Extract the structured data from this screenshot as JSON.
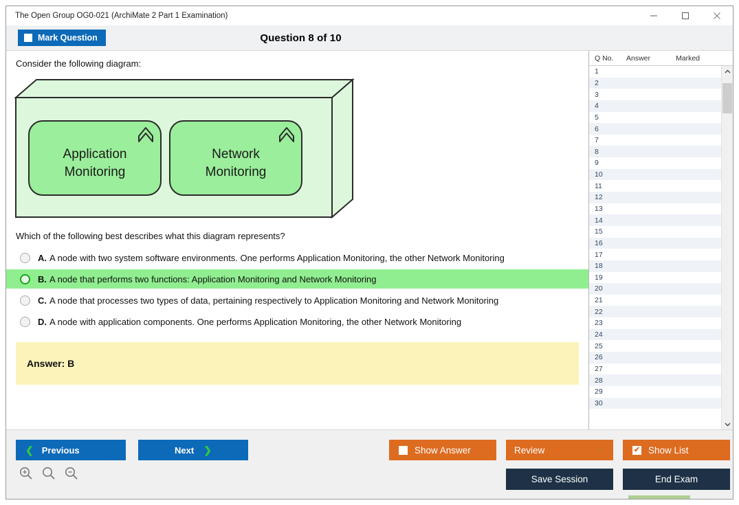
{
  "window": {
    "title": "The Open Group OG0-021 (ArchiMate 2 Part 1 Examination)",
    "minimize_label": "minimize-icon",
    "maximize_label": "maximize-icon",
    "close_label": "close-icon"
  },
  "header": {
    "mark_question_label": "Mark Question",
    "question_counter": "Question 8 of 10",
    "accent_blue": "#0d6ab8"
  },
  "question": {
    "intro": "Consider the following diagram:",
    "prompt": "Which of the following best describes what this diagram represents?",
    "options": [
      {
        "letter": "A.",
        "text": "A node with two system software environments. One performs Application Monitoring, the other Network Monitoring",
        "selected": false
      },
      {
        "letter": "B.",
        "text": "A node that performs two functions: Application Monitoring and Network Monitoring",
        "selected": true
      },
      {
        "letter": "C.",
        "text": "A node that processes two types of data, pertaining respectively to Application Monitoring and Network Monitoring",
        "selected": false
      },
      {
        "letter": "D.",
        "text": "A node with application components. One performs Application Monitoring, the other Network Monitoring",
        "selected": false
      }
    ],
    "answer_text": "Answer: B",
    "answer_bg": "#fcf3ba",
    "selected_bg": "#90ee90"
  },
  "diagram": {
    "type": "archimate-node-with-functions",
    "node_fill": "#ddf7dd",
    "element_fill": "#9bee9b",
    "stroke": "#2b2b2b",
    "elements": [
      {
        "line1": "Application",
        "line2": "Monitoring",
        "icon": "function-chevron-icon"
      },
      {
        "line1": "Network",
        "line2": "Monitoring",
        "icon": "function-chevron-icon"
      }
    ]
  },
  "question_list": {
    "columns": [
      "Q No.",
      "Answer",
      "Marked"
    ],
    "rows": [
      {
        "no": "1",
        "answer": "",
        "marked": ""
      },
      {
        "no": "2",
        "answer": "",
        "marked": ""
      },
      {
        "no": "3",
        "answer": "",
        "marked": ""
      },
      {
        "no": "4",
        "answer": "",
        "marked": ""
      },
      {
        "no": "5",
        "answer": "",
        "marked": ""
      },
      {
        "no": "6",
        "answer": "",
        "marked": ""
      },
      {
        "no": "7",
        "answer": "",
        "marked": ""
      },
      {
        "no": "8",
        "answer": "",
        "marked": ""
      },
      {
        "no": "9",
        "answer": "",
        "marked": ""
      },
      {
        "no": "10",
        "answer": "",
        "marked": ""
      },
      {
        "no": "11",
        "answer": "",
        "marked": ""
      },
      {
        "no": "12",
        "answer": "",
        "marked": ""
      },
      {
        "no": "13",
        "answer": "",
        "marked": ""
      },
      {
        "no": "14",
        "answer": "",
        "marked": ""
      },
      {
        "no": "15",
        "answer": "",
        "marked": ""
      },
      {
        "no": "16",
        "answer": "",
        "marked": ""
      },
      {
        "no": "17",
        "answer": "",
        "marked": ""
      },
      {
        "no": "18",
        "answer": "",
        "marked": ""
      },
      {
        "no": "19",
        "answer": "",
        "marked": ""
      },
      {
        "no": "20",
        "answer": "",
        "marked": ""
      },
      {
        "no": "21",
        "answer": "",
        "marked": ""
      },
      {
        "no": "22",
        "answer": "",
        "marked": ""
      },
      {
        "no": "23",
        "answer": "",
        "marked": ""
      },
      {
        "no": "24",
        "answer": "",
        "marked": ""
      },
      {
        "no": "25",
        "answer": "",
        "marked": ""
      },
      {
        "no": "26",
        "answer": "",
        "marked": ""
      },
      {
        "no": "27",
        "answer": "",
        "marked": ""
      },
      {
        "no": "28",
        "answer": "",
        "marked": ""
      },
      {
        "no": "29",
        "answer": "",
        "marked": ""
      },
      {
        "no": "30",
        "answer": "",
        "marked": ""
      }
    ],
    "scroll_up_icon": "chevron-up-icon",
    "scroll_down_icon": "chevron-down-icon"
  },
  "footer": {
    "previous_label": "Previous",
    "previous_icon": "chevron-left-icon",
    "next_label": "Next",
    "next_icon": "chevron-right-icon",
    "show_answer_label": "Show Answer",
    "show_answer_checked": false,
    "review_label": "Review",
    "review_caret_icon": "caret-up-icon",
    "show_list_label": "Show List",
    "show_list_checked": true,
    "show_list_check_glyph": "✔",
    "save_session_label": "Save Session",
    "end_exam_label": "End Exam",
    "zoom_in_icon": "zoom-in-icon",
    "zoom_reset_icon": "zoom-reset-icon",
    "zoom_out_icon": "zoom-out-icon",
    "orange": "#dd6b20",
    "navy": "#1e3146"
  }
}
